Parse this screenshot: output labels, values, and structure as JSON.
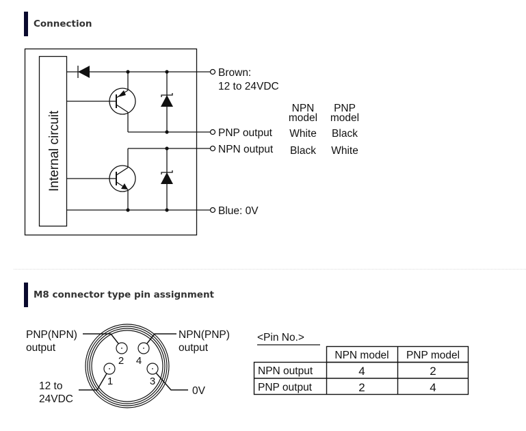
{
  "sections": {
    "connection": {
      "title": "Connection"
    },
    "pin_assignment": {
      "title": "M8 connector type pin assignment"
    }
  },
  "colors": {
    "heading_bar": "#0a0a2e",
    "heading_text": "#333333",
    "line": "#111111"
  },
  "circuit": {
    "internal_label": "Internal circuit",
    "terminals": {
      "brown_line1": "Brown:",
      "brown_line2": "12 to 24VDC",
      "pnp_output": "PNP output",
      "npn_output": "NPN output",
      "blue": "Blue: 0V"
    },
    "model_table": {
      "headers": [
        {
          "line1": "NPN",
          "line2": "model"
        },
        {
          "line1": "PNP",
          "line2": "model"
        }
      ],
      "rows": [
        {
          "label": "PNP output",
          "values": [
            "White",
            "Black"
          ]
        },
        {
          "label": "NPN output",
          "values": [
            "Black",
            "White"
          ]
        }
      ]
    }
  },
  "connector": {
    "labels": {
      "top_left_line1": "PNP(NPN)",
      "top_left_line2": "output",
      "top_right_line1": "NPN(PNP)",
      "top_right_line2": "output",
      "bottom_left_line1": "12 to",
      "bottom_left_line2": "24VDC",
      "bottom_right": "0V"
    },
    "pins": [
      "1",
      "2",
      "3",
      "4"
    ]
  },
  "pin_table": {
    "caption": "<Pin No.>",
    "headers": [
      "",
      "NPN model",
      "PNP model"
    ],
    "rows": [
      {
        "label": "NPN output",
        "values": [
          "4",
          "2"
        ]
      },
      {
        "label": "PNP output",
        "values": [
          "2",
          "4"
        ]
      }
    ]
  }
}
